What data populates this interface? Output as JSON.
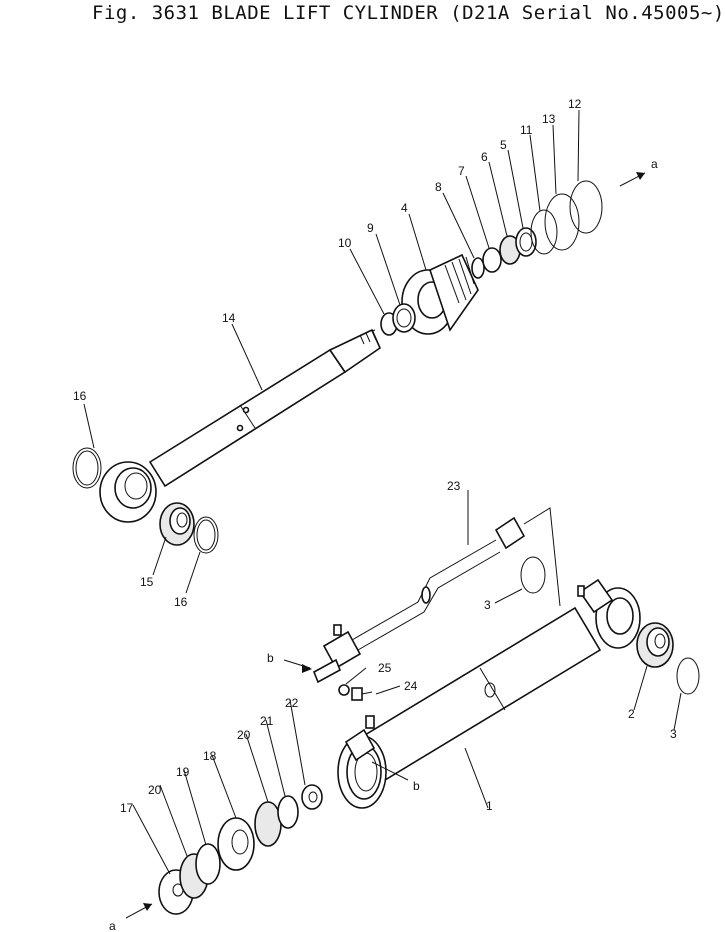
{
  "title": "Fig. 3631 BLADE  LIFT CYLINDER (D21A Serial No.45005~)",
  "callouts": {
    "c1": "1",
    "c2": "2",
    "c3a": "3",
    "c3b": "3",
    "c4": "4",
    "c5": "5",
    "c6": "6",
    "c7": "7",
    "c8": "8",
    "c9": "9",
    "c10": "10",
    "c11": "11",
    "c12": "12",
    "c13": "13",
    "c14": "14",
    "c15": "15",
    "c16a": "16",
    "c16b": "16",
    "c17": "17",
    "c18": "18",
    "c19": "19",
    "c20a": "20",
    "c20b": "20",
    "c21": "21",
    "c22": "22",
    "c23": "23",
    "c24": "24",
    "c25": "25"
  },
  "markers": {
    "a_top": "a",
    "a_bottom": "a",
    "b_left": "b",
    "b_right": "b"
  }
}
